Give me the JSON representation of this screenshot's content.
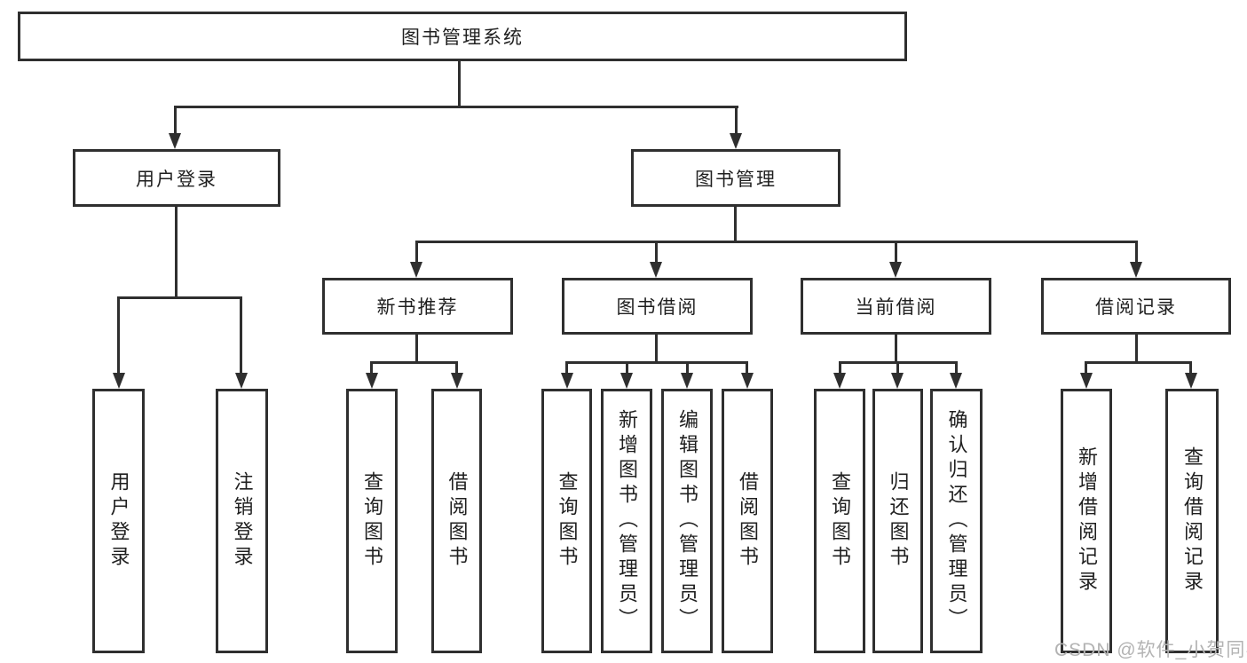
{
  "diagram": {
    "root": {
      "label": "图书管理系统"
    },
    "level2": [
      {
        "label": "用户登录"
      },
      {
        "label": "图书管理"
      }
    ],
    "level3": [
      {
        "label": "新书推荐"
      },
      {
        "label": "图书借阅"
      },
      {
        "label": "当前借阅"
      },
      {
        "label": "借阅记录"
      }
    ],
    "leaves": [
      {
        "label": "用户登录",
        "parent": "用户登录"
      },
      {
        "label": "注销登录",
        "parent": "用户登录"
      },
      {
        "label": "查询图书",
        "parent": "新书推荐"
      },
      {
        "label": "借阅图书",
        "parent": "新书推荐"
      },
      {
        "label": "查询图书",
        "parent": "图书借阅"
      },
      {
        "label": "新增图书（管理员）",
        "parent": "图书借阅"
      },
      {
        "label": "编辑图书（管理员）",
        "parent": "图书借阅"
      },
      {
        "label": "借阅图书",
        "parent": "图书借阅"
      },
      {
        "label": "查询图书",
        "parent": "当前借阅"
      },
      {
        "label": "归还图书",
        "parent": "当前借阅"
      },
      {
        "label": "确认归还（管理员）",
        "parent": "当前借阅"
      },
      {
        "label": "新增借阅记录",
        "parent": "借阅记录"
      },
      {
        "label": "查询借阅记录",
        "parent": "借阅记录"
      }
    ]
  },
  "watermark": {
    "text": "CSDN @软件_小贺同学"
  },
  "colors": {
    "line": "#2f2f2f",
    "text": "#1f1f1f",
    "watermark": "#b3b3b3",
    "background": "#ffffff"
  }
}
